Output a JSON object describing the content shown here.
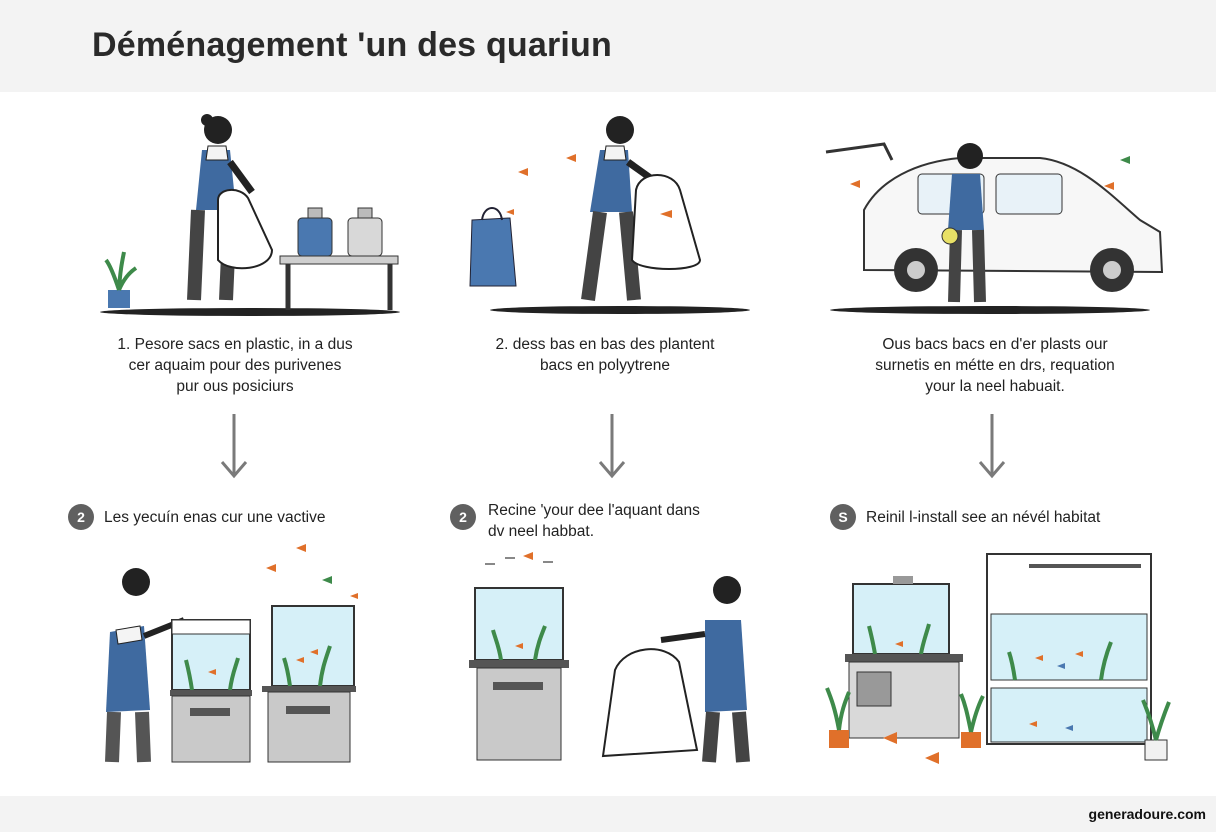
{
  "title": "Déménagement 'un des quariun",
  "steps_top": [
    {
      "caption_lines": [
        "1.  Pesore sacs en plastic, in a dus",
        "cer aquaim pour des purivenes",
        "pur ous posiciurs"
      ],
      "scene_icon": "person-bagging-fish-icon"
    },
    {
      "caption_lines": [
        "2. dess bas en bas des plantent",
        "bacs en polyytrene"
      ],
      "scene_icon": "person-carrying-bags-icon"
    },
    {
      "caption_lines": [
        "Ous bacs bacs en d'er plasts our",
        "surnetis en métte en drs, requation",
        "your la neel habuait."
      ],
      "scene_icon": "person-loading-car-icon"
    }
  ],
  "steps_bottom": [
    {
      "badge": "2",
      "heading_lines": [
        "Les yecuín enas cur une vactive"
      ]
    },
    {
      "badge": "2",
      "heading_lines": [
        "Recine 'your dee l'aquant dans",
        "dv neel habbat."
      ]
    },
    {
      "badge": "S",
      "heading_lines": [
        "Reinil l-install see an névél habitat"
      ]
    }
  ],
  "watermark": "generadoure.com",
  "colors": {
    "apron": "#3f6aa0",
    "water": "#d6f0f8",
    "plant": "#3e8a4a",
    "fish": "#e0702a",
    "cabinet": "#c9c9c9",
    "title_band": "#f3f3f3",
    "arrow": "#7a7a7a",
    "badge": "#606060"
  }
}
